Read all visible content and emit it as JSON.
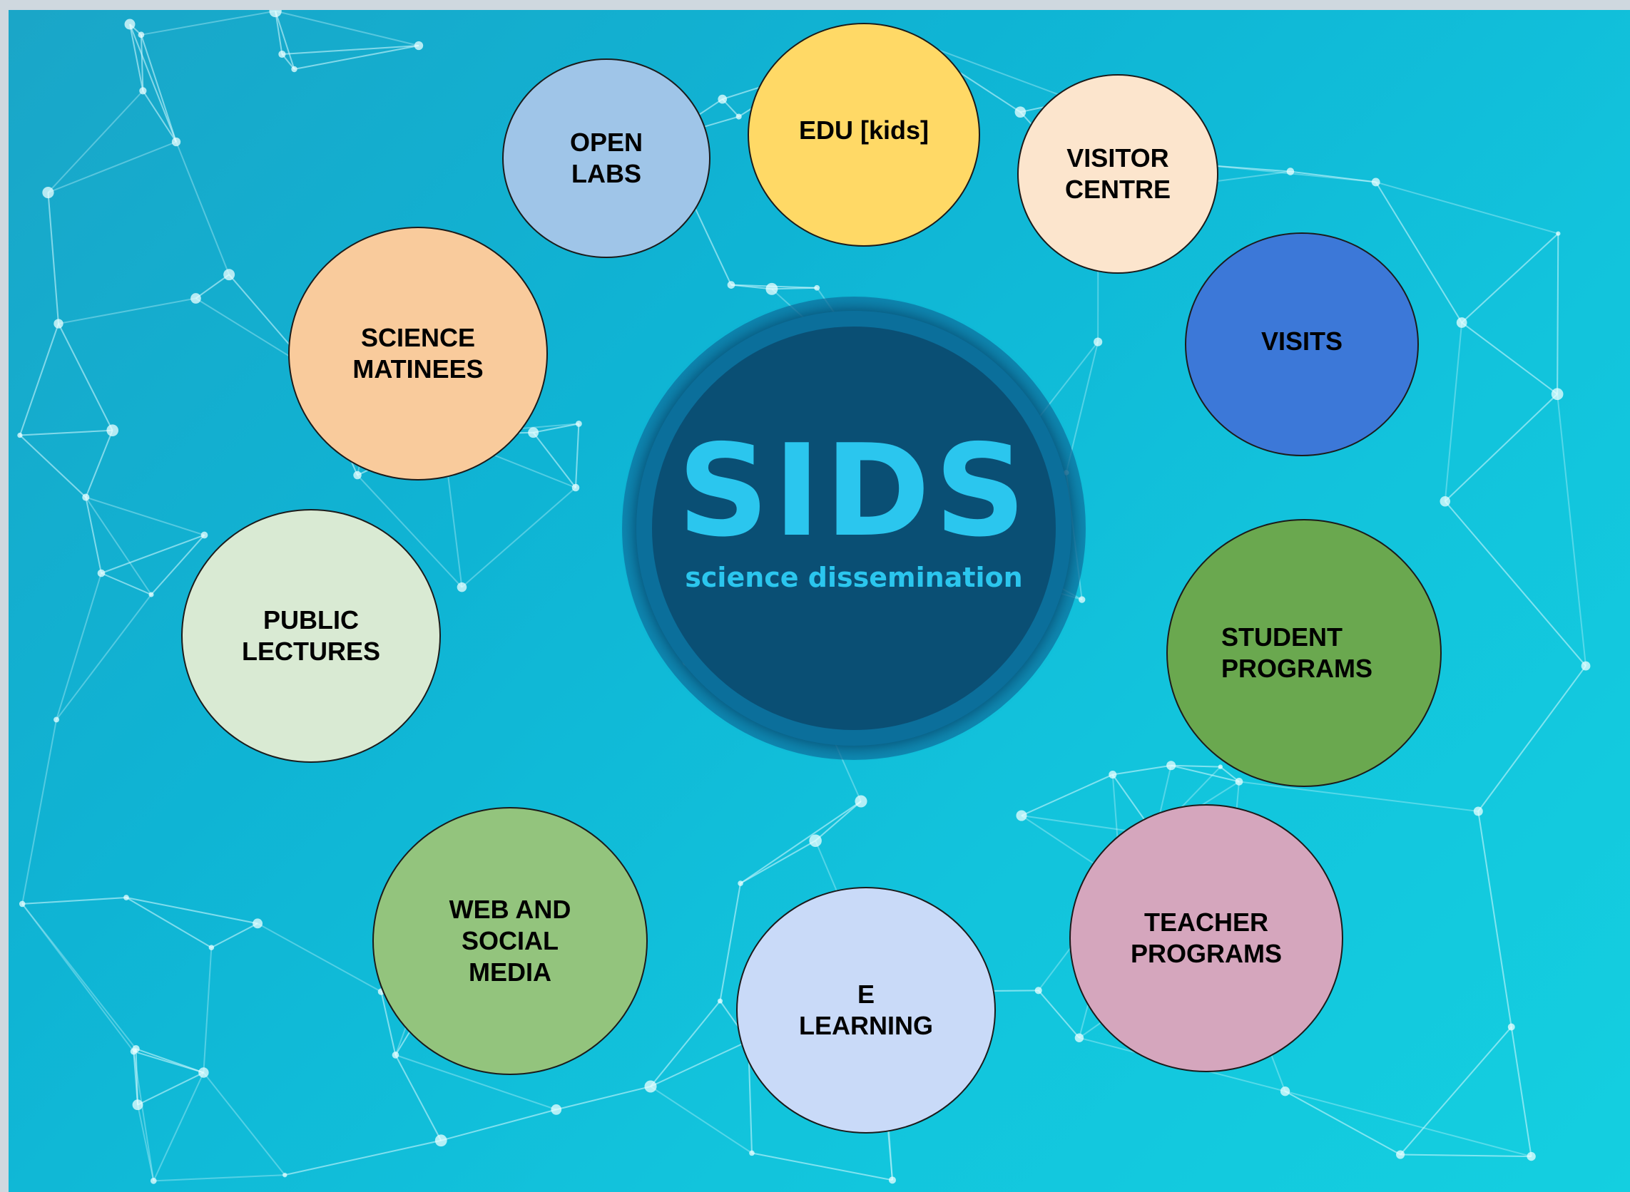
{
  "center": {
    "title": "SIDS",
    "subtitle": "science dissemination"
  },
  "nodes": [
    {
      "id": "open-labs",
      "label": "OPEN\nLABS",
      "color": "#9fc5e8"
    },
    {
      "id": "edu-kids",
      "label": "EDU [kids]",
      "color": "#ffd966"
    },
    {
      "id": "visitor-centre",
      "label": "VISITOR\nCENTRE",
      "color": "#fce5cd"
    },
    {
      "id": "visits",
      "label": "VISITS",
      "color": "#3c78d8"
    },
    {
      "id": "student-programs",
      "label": "STUDENT\nPROGRAMS",
      "color": "#6aa84f"
    },
    {
      "id": "teacher-programs",
      "label": "TEACHER\nPROGRAMS",
      "color": "#d5a6bd"
    },
    {
      "id": "e-learning",
      "label": "E\nLEARNING",
      "color": "#c9daf8"
    },
    {
      "id": "web-and-social-media",
      "label": "WEB AND\nSOCIAL\nMEDIA",
      "color": "#93c47d"
    },
    {
      "id": "public-lectures",
      "label": "PUBLIC\nLECTURES",
      "color": "#d9ead3"
    },
    {
      "id": "science-matinees",
      "label": "SCIENCE\nMATINEES",
      "color": "#f9cb9c"
    }
  ]
}
